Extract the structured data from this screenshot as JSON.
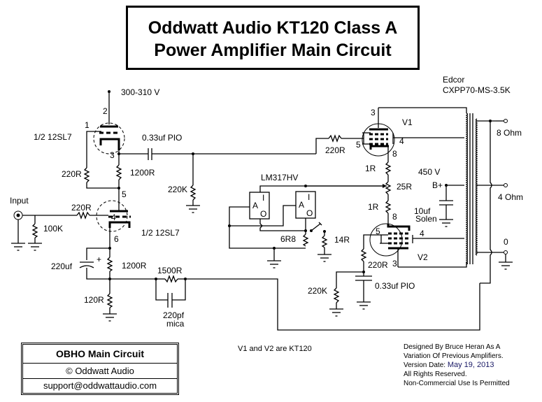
{
  "title": {
    "line1": "Oddwatt Audio KT120 Class A",
    "line2": "Power Amplifier Main Circuit"
  },
  "labels": {
    "supply_voltage": "300-310 V",
    "input": "Input",
    "tube_12sl7_top": "1/2 12SL7",
    "tube_12sl7_bottom": "1/2 12SL7",
    "cap_coupling_top": "0.33uf PIO",
    "cap_coupling_bottom": "0.33uf PIO",
    "r_grid_feedback": "220R",
    "r_plate_load": "1200R",
    "r_input_grid": "220R",
    "r_input_shunt": "100K",
    "r_grid_leak_top": "220K",
    "r_grid_leak_bottom": "220K",
    "r_cathode_1200": "1200R",
    "r_cathode_120": "120R",
    "cap_cathode_bypass": "220uf",
    "polarity_plus": "+",
    "r_feedback": "1500R",
    "cap_feedback_1": "220pf",
    "cap_feedback_2": "mica",
    "regulator": "LM317HV",
    "reg_pin_a": "A",
    "reg_pin_i": "I",
    "reg_pin_o": "O",
    "r_reg_set": "6R8",
    "r_reg_switch": "14R",
    "r_v1_grid": "220R",
    "r_v2_grid": "220R",
    "r_v1_cathode": "1R",
    "r_v2_cathode": "1R",
    "pot_balance": "25R",
    "bplus_voltage": "450 V",
    "bplus": "B+",
    "cap_bplus_1": "10uf",
    "cap_bplus_2": "Solen",
    "tube_v1": "V1",
    "tube_v2": "V2",
    "transformer_1": "Edcor",
    "transformer_2": "CXPP70-MS-3.5K",
    "out_8ohm": "8 Ohm",
    "out_4ohm": "4 Ohm",
    "out_0": "0",
    "pins": {
      "p1": "1",
      "p2": "2",
      "p3": "3",
      "p4": "4",
      "p5": "5",
      "p6": "6",
      "v1_3": "3",
      "v1_4": "4",
      "v1_5": "5",
      "v1_8": "8",
      "v2_3": "3",
      "v2_4": "4",
      "v2_5": "5",
      "v2_8": "8"
    }
  },
  "credit_box": {
    "title": "OBHO Main Circuit",
    "copyright": "© Oddwatt Audio",
    "email": "support@oddwattaudio.com"
  },
  "tube_note": "V1 and V2 are KT120",
  "design_notes": {
    "line1": "Designed By Bruce Heran As A",
    "line2": "Variation Of Previous Amplifiers.",
    "line3_prefix": "Version Date: ",
    "line3_date": "May 19, 2013",
    "line4": "All Rights Reserved.",
    "line5": "Non-Commercial Use Is Permitted"
  }
}
